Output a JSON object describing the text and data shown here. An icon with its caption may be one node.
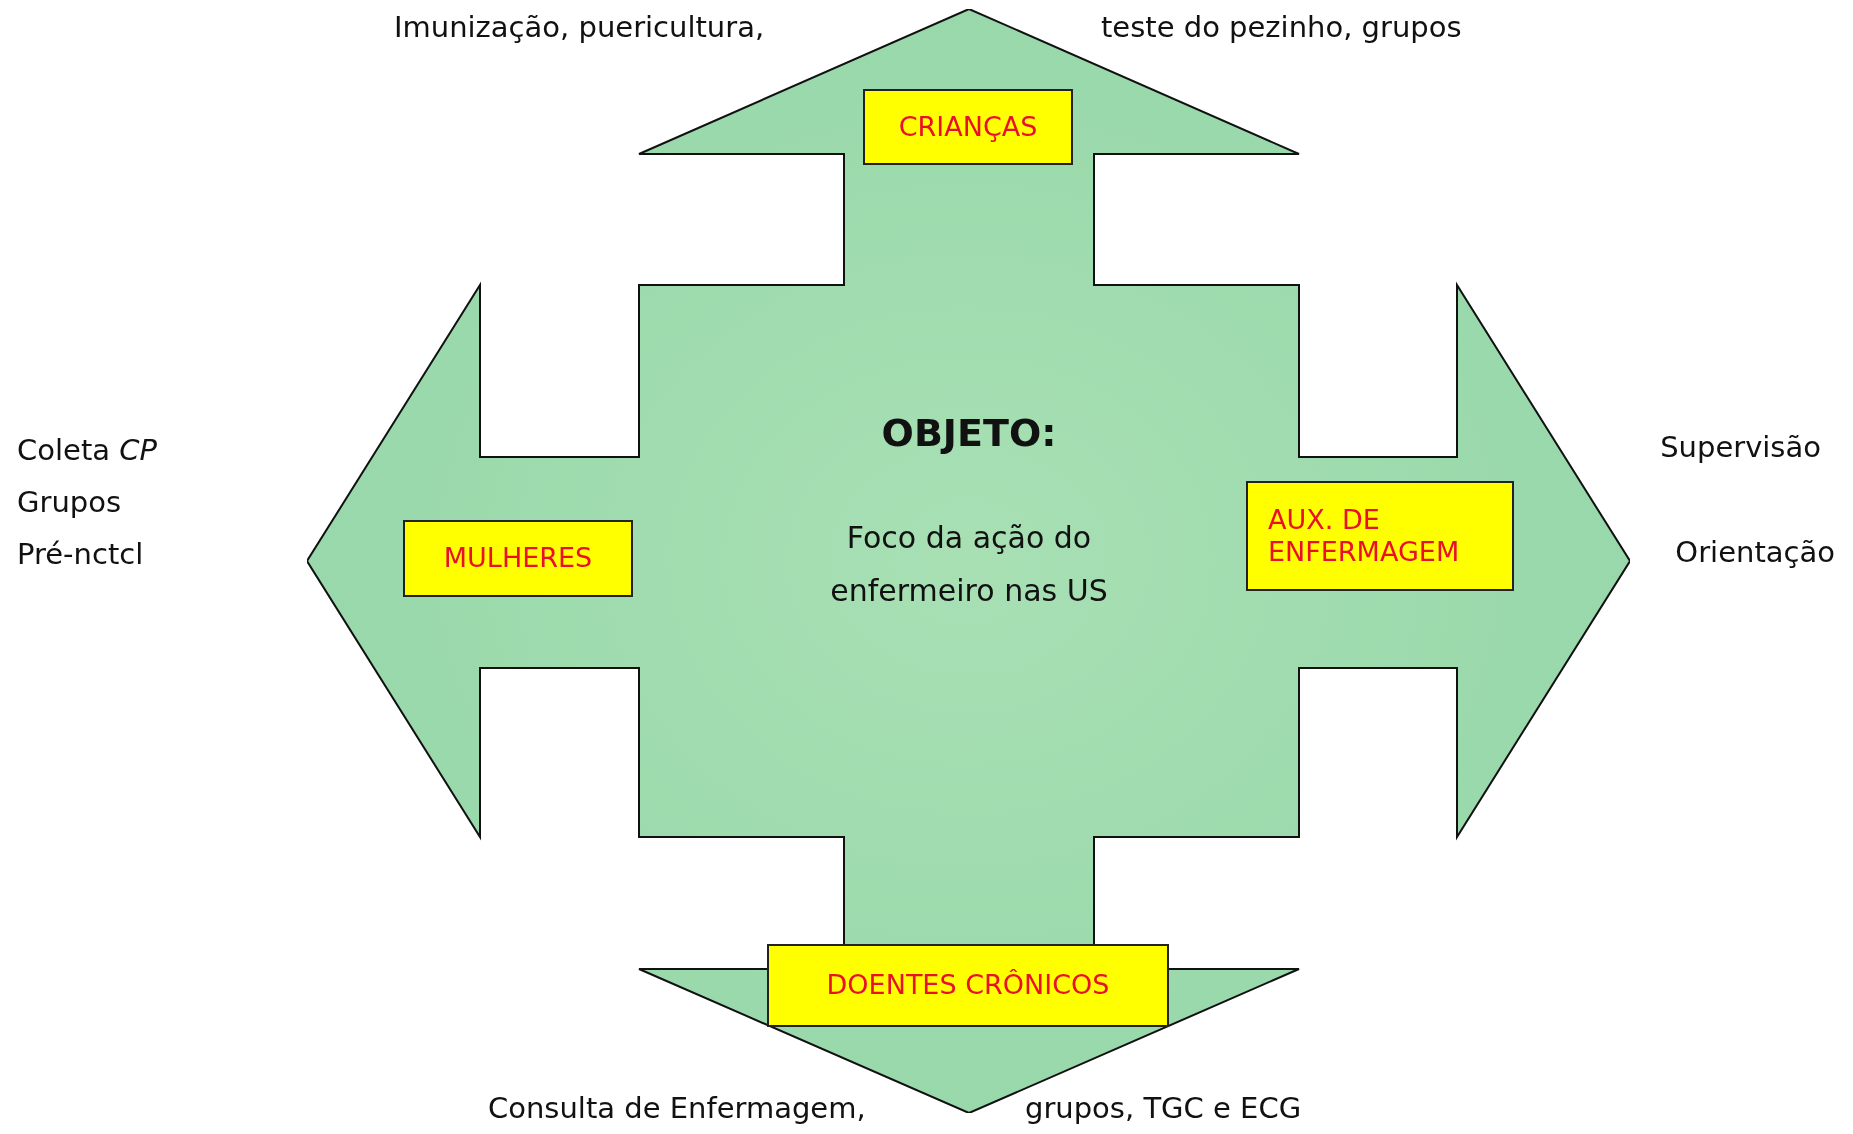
{
  "diagram": {
    "nodes": [
      {
        "text": [
          "OBJETO:",
          "Foco da ação do enfermeiro nas US"
        ]
      },
      {
        "text": [
          "CRIANÇAS"
        ],
        "in": 0
      },
      {
        "text": [
          "MULHERES"
        ],
        "in": 0
      },
      {
        "text": [
          "AUX. DE ENFERMAGEM"
        ],
        "in": 0
      },
      {
        "text": [
          "DOENTES CRÔNICOS"
        ],
        "in": 0
      }
    ],
    "labels": [
      "Imunização, puericultura,",
      "teste do pezinho, grupos",
      "Coleta *CP*",
      "Grupos",
      "Pré-nctcl",
      "Supervisão",
      "Orientação",
      "Consulta de Enfermagem,",
      "grupos, TGC e ECG"
    ]
  }
}
